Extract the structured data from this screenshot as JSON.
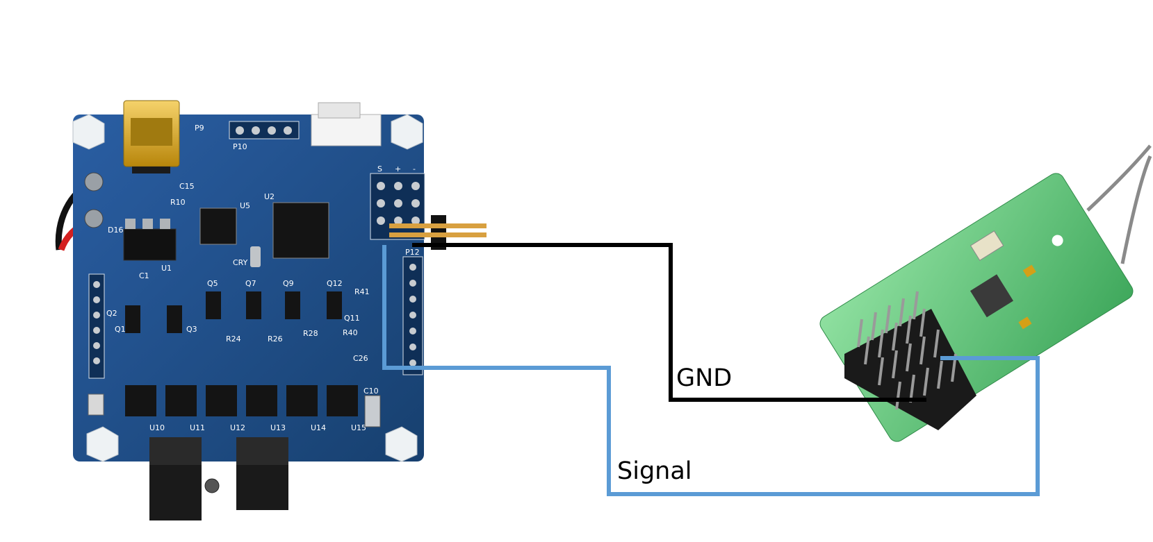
{
  "diagram": {
    "labels": {
      "gnd": "GND",
      "signal": "Signal"
    },
    "silkscreen": {
      "p9": "P9",
      "p10": "P10",
      "p12": "P12",
      "u1": "U1",
      "u2": "U2",
      "u5": "U5",
      "cry": "CRY",
      "d16": "D16",
      "header_s": "S",
      "header_plus": "+",
      "header_minus": "-",
      "q2": "Q2",
      "q1": "Q1",
      "q3": "Q3",
      "q5": "Q5",
      "q7": "Q7",
      "q9": "Q9",
      "q11": "Q11",
      "q12": "Q12",
      "c1": "C1",
      "c10": "C10",
      "c15": "C15",
      "c26": "C26",
      "r10": "R10",
      "r24": "R24",
      "r26": "R26",
      "r28": "R28",
      "r40": "R40",
      "r41": "R41",
      "u10": "U10",
      "u11": "U11",
      "u12": "U12",
      "u13": "U13",
      "u14": "U14",
      "u15": "U15"
    },
    "colors": {
      "gnd_wire": "#000000",
      "signal_wire": "#5b9bd5",
      "controller_board": "#1f4e8c",
      "receiver_board": "#5fbf7a",
      "background": "#ffffff"
    }
  }
}
